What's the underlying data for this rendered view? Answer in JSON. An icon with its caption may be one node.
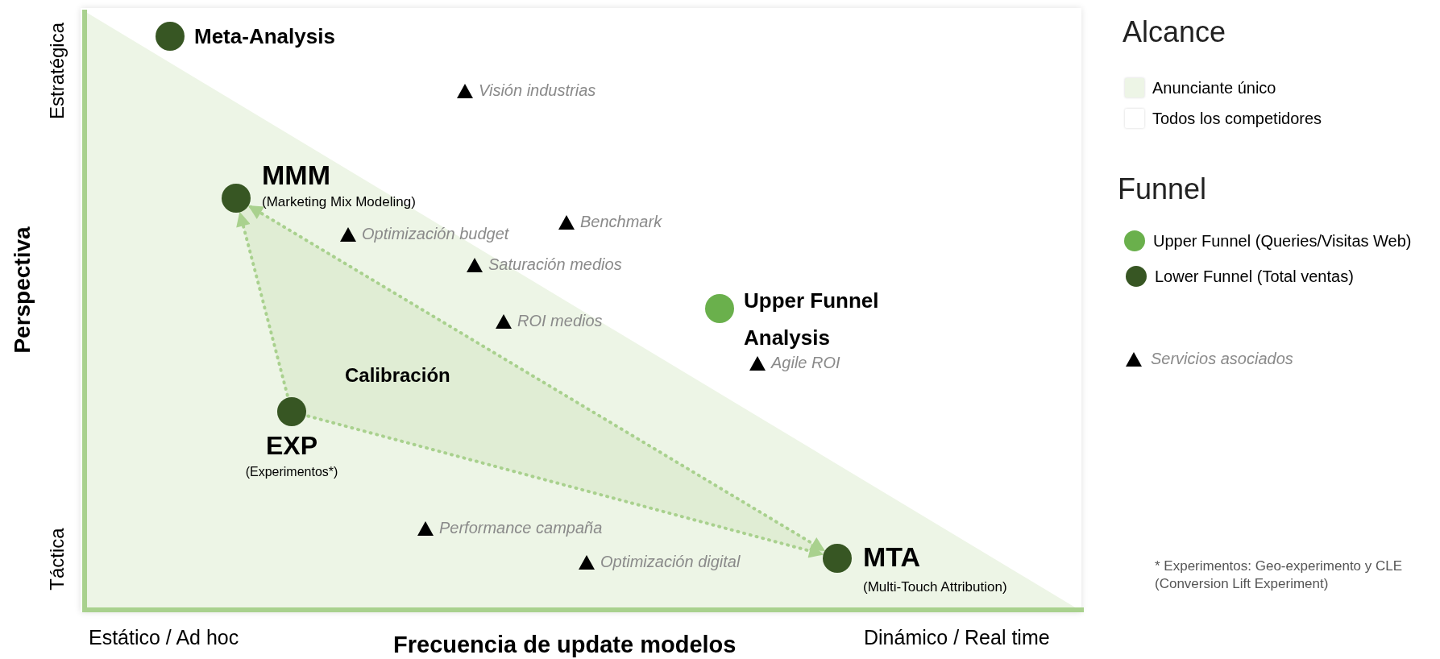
{
  "diagram": {
    "nodes": [
      {
        "text": [
          "Meta-Analysis"
        ]
      },
      {
        "text": [
          "MMM",
          "(Marketing Mix Modeling)"
        ]
      },
      {
        "text": [
          "EXP",
          "(Experimentos*)"
        ]
      },
      {
        "text": [
          "MTA",
          "(Multi-Touch Attribution)"
        ]
      },
      {
        "text": [
          "Upper Funnel Analysis"
        ]
      }
    ],
    "edges": [
      {
        "from": 2,
        "to": 1,
        "arrow": "to",
        "style": "dashed"
      },
      {
        "from": 1,
        "to": 3,
        "arrow": "both",
        "style": "dashed"
      },
      {
        "from": 2,
        "to": 3,
        "arrow": "to",
        "style": "dashed"
      }
    ],
    "labels": [
      "Estratégica",
      "Visión industrias",
      "Benchmark",
      "Optimización budget",
      "Saturación medios",
      "ROI medios",
      "Calibración",
      "Agile ROI",
      "Perspectiva",
      "Performance campaña",
      "Táctica",
      "Optimización digital",
      "Estático / Ad hoc",
      "Frecuencia de update modelos",
      "Dinámico / Real time",
      "Alcance",
      "Funnel",
      "* Experimentos: Geo-experimento y CLE (Conversion Lift Experiment)"
    ],
    "legend": [
      {
        "text": "Anunciante único",
        "color": "#edf5e6"
      },
      {
        "text": "Todos los competidores",
        "color": "#ffffff"
      },
      {
        "text": "Upper Funnel (Queries/Visitas Web)",
        "color": "#6ab04c"
      },
      {
        "text": "Lower Funnel (Total ventas)",
        "color": "#375623"
      },
      {
        "text": "Servicios asociados"
      }
    ]
  }
}
